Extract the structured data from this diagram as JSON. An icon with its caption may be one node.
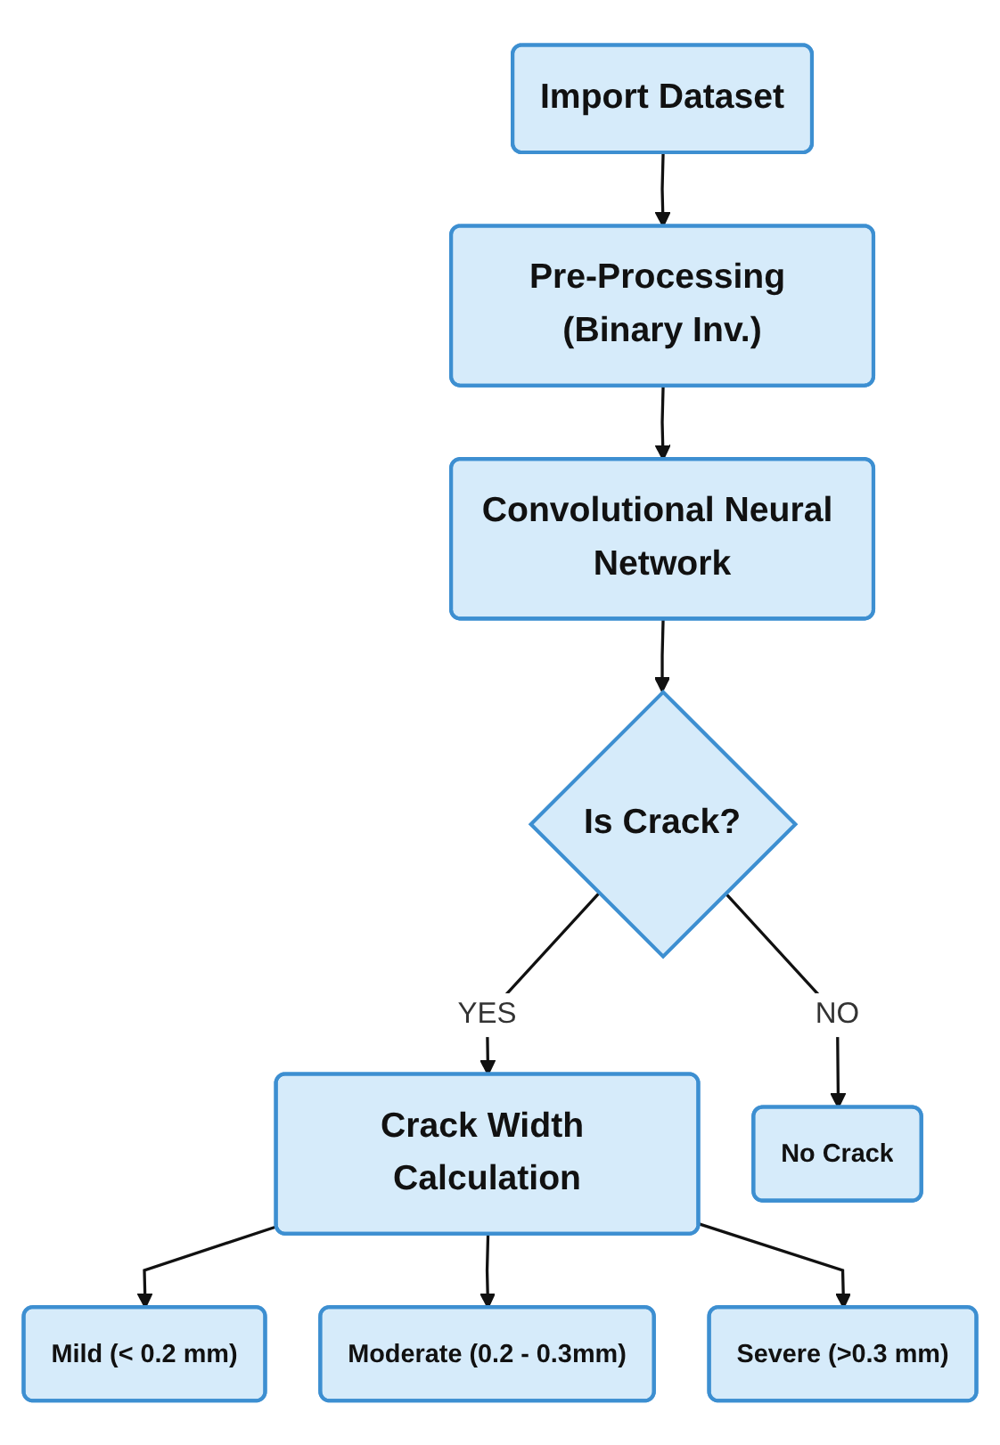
{
  "diagram": {
    "nodes": [
      {
        "text": [
          "Import Dataset"
        ]
      },
      {
        "text": [
          "Pre-Processing (Binary Inv.)"
        ]
      },
      {
        "text": [
          "Convolutional Neural Network"
        ]
      },
      {
        "text": [
          "Is Crack?"
        ]
      },
      {
        "text": [
          "Crack Width Calculation"
        ]
      },
      {
        "text": [
          "No Crack"
        ]
      },
      {
        "text": [
          "Mild (< 0.2 mm)"
        ]
      },
      {
        "text": [
          "Moderate (0.2 - 0.3mm)"
        ]
      },
      {
        "text": [
          "Severe (>0.3 mm)"
        ]
      }
    ],
    "edges": [
      {
        "from": 0,
        "to": 1,
        "arrow": "to"
      },
      {
        "from": 1,
        "to": 2,
        "arrow": "to"
      },
      {
        "from": 2,
        "to": 3,
        "arrow": "to"
      },
      {
        "from": 3,
        "to": 4,
        "arrow": "to",
        "label": "YES"
      },
      {
        "from": 3,
        "to": 5,
        "arrow": "to",
        "label": "NO"
      },
      {
        "from": 4,
        "to": 6,
        "arrow": "to"
      },
      {
        "from": 4,
        "to": 7,
        "arrow": "to"
      },
      {
        "from": 4,
        "to": 8,
        "arrow": "to"
      }
    ]
  }
}
